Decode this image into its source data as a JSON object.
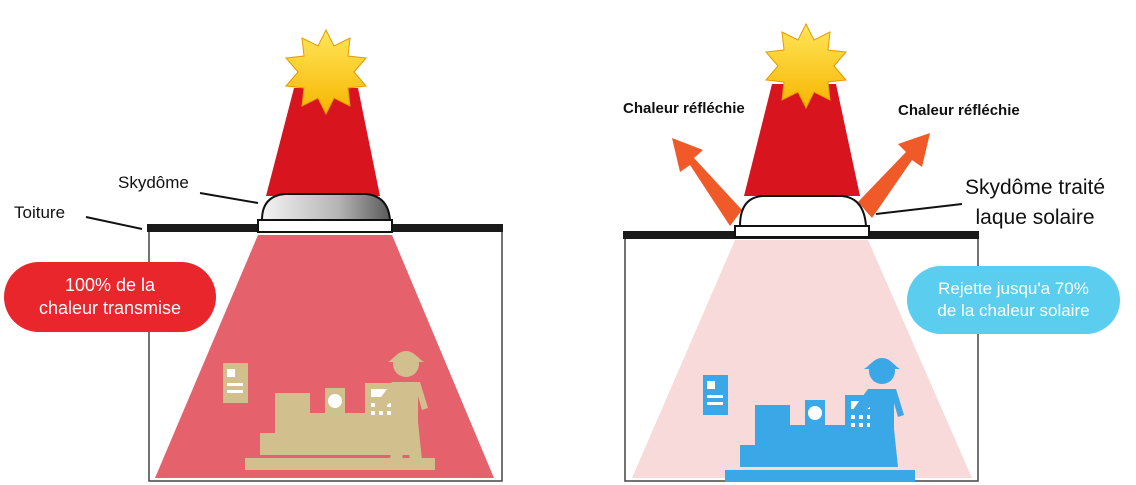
{
  "left_panel": {
    "label_skydome": "Skydôme",
    "label_roof": "Toiture",
    "badge_line1": "100% de la",
    "badge_line2": "chaleur transmise",
    "badge_color": "#e8262b",
    "heat_color": "#e5616b",
    "machine_color": "#d2bf8e"
  },
  "right_panel": {
    "label_reflected_left": "Chaleur réfléchie",
    "label_reflected_right": "Chaleur réfléchie",
    "label_treated_line1": "Skydôme traité",
    "label_treated_line2": "laque solaire",
    "badge_line1": "Rejette jusqu'a 70%",
    "badge_line2": "de la chaleur solaire",
    "badge_color": "#5bcdee",
    "heat_color": "#f8dada",
    "machine_color": "#3aa8e6",
    "arrow_color": "#f05a28"
  },
  "colors": {
    "sun": "#fcd116",
    "sun_rays": "#d8141f",
    "roof": "#1a1a1a"
  }
}
